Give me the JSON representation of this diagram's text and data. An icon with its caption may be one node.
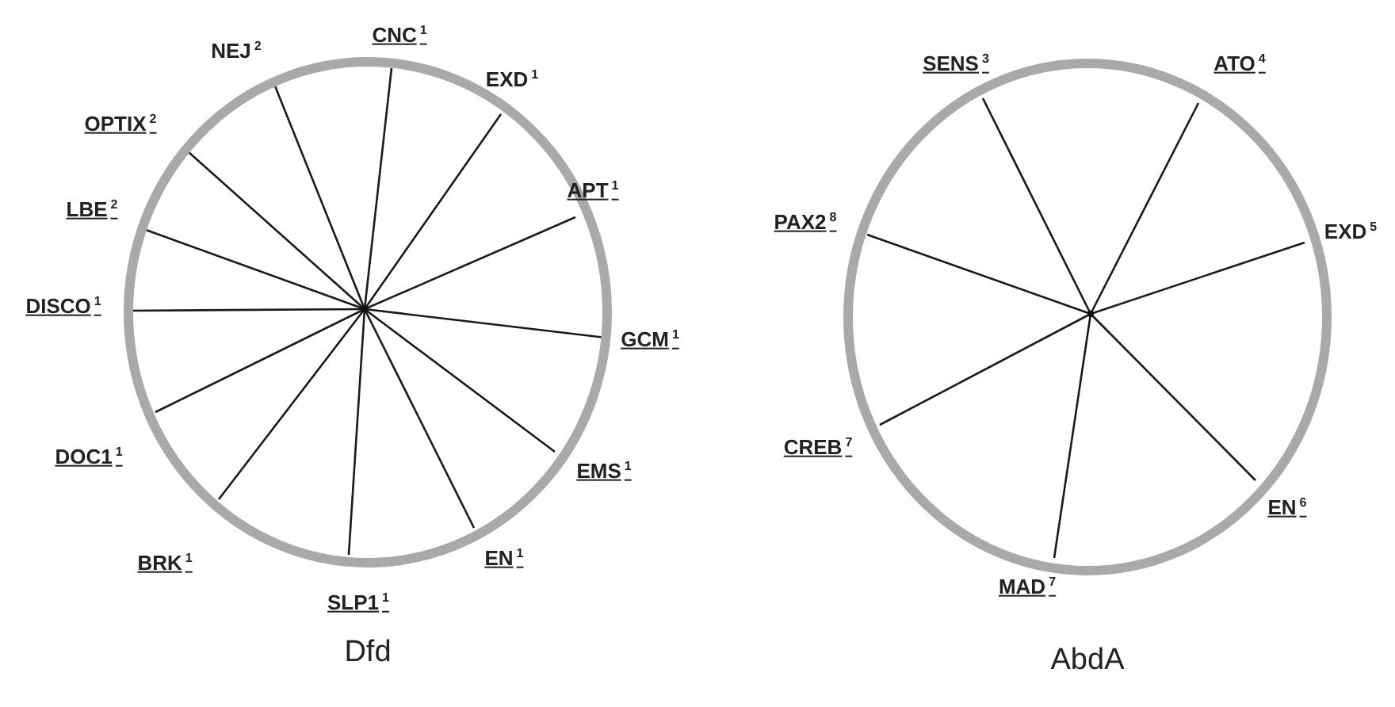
{
  "diagram": {
    "nodes": [
      {
        "text": [
          "Dfd"
        ]
      },
      {
        "text": [],
        "shape": "point",
        "in": 0
      },
      {
        "text": [
          "CNC$^{1}$"
        ]
      },
      {
        "text": [
          "EXD$^{1}$"
        ]
      },
      {
        "text": [
          "APT$^{1}$"
        ]
      },
      {
        "text": [
          "GCM$^{1}$"
        ]
      },
      {
        "text": [
          "EMS$^{1}$"
        ]
      },
      {
        "text": [
          "EN$^{1}$"
        ]
      },
      {
        "text": [
          "SLP1$^{1}$"
        ]
      },
      {
        "text": [
          "BRK$^{1}$"
        ]
      },
      {
        "text": [
          "DOC1$^{1}$"
        ]
      },
      {
        "text": [
          "DISCO$^{1}$"
        ]
      },
      {
        "text": [
          "LBE$^{2}$"
        ]
      },
      {
        "text": [
          "OPTIX$^{2}$"
        ]
      },
      {
        "text": [
          "NEJ$^{2}$"
        ]
      },
      {
        "text": [
          "AbdA"
        ]
      },
      {
        "text": [],
        "shape": "point",
        "in": 15
      },
      {
        "text": [
          "SENS$^{3}$"
        ]
      },
      {
        "text": [
          "ATO$^{4}$"
        ]
      },
      {
        "text": [
          "EXD$^{5}$"
        ]
      },
      {
        "text": [
          "EN$^{6}$"
        ]
      },
      {
        "text": [
          "MAD$^{7}$"
        ]
      },
      {
        "text": [
          "CREB$^{7}$"
        ]
      },
      {
        "text": [
          "PAX2$^{8}$"
        ]
      }
    ],
    "edges": [
      {
        "from": 1,
        "to": 2,
        "arrow": "none"
      },
      {
        "from": 1,
        "to": 3,
        "arrow": "none"
      },
      {
        "from": 1,
        "to": 4,
        "arrow": "none"
      },
      {
        "from": 1,
        "to": 5,
        "arrow": "none"
      },
      {
        "from": 1,
        "to": 6,
        "arrow": "none"
      },
      {
        "from": 1,
        "to": 7,
        "arrow": "none"
      },
      {
        "from": 1,
        "to": 8,
        "arrow": "none"
      },
      {
        "from": 1,
        "to": 9,
        "arrow": "none"
      },
      {
        "from": 1,
        "to": 10,
        "arrow": "none"
      },
      {
        "from": 1,
        "to": 11,
        "arrow": "none"
      },
      {
        "from": 1,
        "to": 12,
        "arrow": "none"
      },
      {
        "from": 1,
        "to": 13,
        "arrow": "none"
      },
      {
        "from": 1,
        "to": 14,
        "arrow": "none"
      },
      {
        "from": 16,
        "to": 17,
        "arrow": "none"
      },
      {
        "from": 16,
        "to": 18,
        "arrow": "none"
      },
      {
        "from": 16,
        "to": 19,
        "arrow": "none"
      },
      {
        "from": 16,
        "to": 20,
        "arrow": "none"
      },
      {
        "from": 16,
        "to": 21,
        "arrow": "none"
      },
      {
        "from": 16,
        "to": 22,
        "arrow": "none"
      },
      {
        "from": 16,
        "to": 23,
        "arrow": "none"
      }
    ]
  }
}
